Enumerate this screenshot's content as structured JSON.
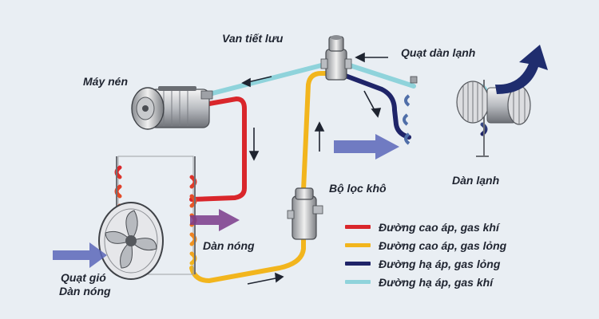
{
  "labels": {
    "expansion_valve": "Van tiết lưu",
    "compressor": "Máy nén",
    "evaporator_fan": "Quạt dàn lạnh",
    "drier": "Bộ lọc khô",
    "evaporator": "Dàn lạnh",
    "condenser": "Dàn nóng",
    "condenser_fan_line1": "Quạt gió",
    "condenser_fan_line2": "Dàn nóng"
  },
  "legend": [
    {
      "label": "Đường cao áp, gas khí",
      "color": "#d9262b"
    },
    {
      "label": "Đường cao áp, gas lỏng",
      "color": "#f2b51d"
    },
    {
      "label": "Đường hạ áp, gas lỏng",
      "color": "#1f2468"
    },
    {
      "label": "Đường hạ áp, gas khí",
      "color": "#8fd3db"
    }
  ],
  "colors": {
    "background": "#e9eef3",
    "high_pressure_gas": "#d9262b",
    "high_pressure_liquid": "#f2b51d",
    "low_pressure_liquid": "#1f2468",
    "low_pressure_gas": "#8fd3db",
    "airflow_in": "#5a66b8",
    "airflow_hot": "#7a3a8a",
    "airflow_cold": "#1f2d6e"
  },
  "icons": [
    "compressor-icon",
    "expansion-valve-icon",
    "evaporator-icon",
    "blower-fan-icon",
    "condenser-icon",
    "condenser-fan-icon",
    "drier-icon",
    "flow-arrow-icon",
    "airflow-arrow-icon"
  ]
}
